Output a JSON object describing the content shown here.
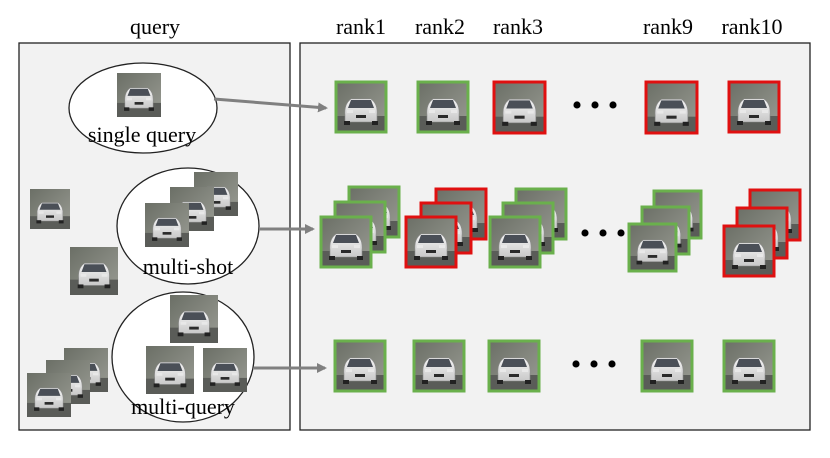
{
  "query_panel": {
    "title": "query",
    "labels": {
      "single": "single query",
      "multi_shot": "multi-shot",
      "multi_query": "multi-query"
    }
  },
  "results_panel": {
    "rank_headers": [
      "rank1",
      "rank2",
      "rank3",
      "rank9",
      "rank10"
    ],
    "ellipsis": "• • •"
  },
  "rows": [
    {
      "mode": "single query",
      "matches": [
        "correct",
        "correct",
        "incorrect",
        "incorrect",
        "incorrect"
      ]
    },
    {
      "mode": "multi-shot",
      "matches": [
        "correct",
        "incorrect",
        "correct",
        "correct",
        "incorrect"
      ]
    },
    {
      "mode": "multi-query",
      "matches": [
        "correct",
        "correct",
        "correct",
        "correct",
        "correct"
      ]
    }
  ],
  "colors": {
    "correct": "#6ab04c",
    "incorrect": "#e01010",
    "panel_bg": "#f2f2f2",
    "arrow": "#808080"
  }
}
